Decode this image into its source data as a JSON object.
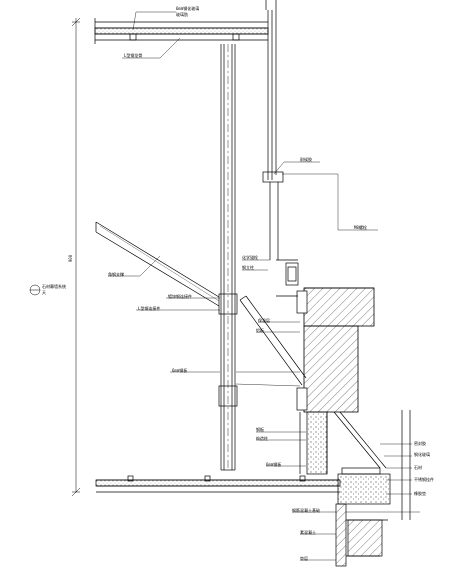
{
  "drawing": {
    "type": "architectural section detail",
    "labels": {
      "top_a": "6mm钢化玻璃",
      "top_b": "玻璃肋",
      "beam": "L型钢龙骨",
      "side_dim": "900",
      "side_note": "石材幕墙系统",
      "side_note2": "天",
      "angle": "角钢支撑",
      "bracket1": "镀锌钢连接件",
      "bracket2": "L型钢连接件",
      "seal": "耐候胶",
      "bolt": "M8螺栓",
      "anchor": "化学锚栓",
      "col": "钢立柱",
      "insul": "保温层",
      "flash": "铝板",
      "sill": "6mm钢板",
      "r1": "密封胶",
      "r2": "钢化玻璃",
      "r3": "石材",
      "r4": "不锈钢挂件",
      "r5": "橡胶垫",
      "bottom_a": "钢板",
      "bottom_b": "构造柱",
      "base1": "6mm钢板",
      "base2": "钢筋混凝土基础",
      "foot1": "素混凝土",
      "foot2": "垫层"
    }
  }
}
